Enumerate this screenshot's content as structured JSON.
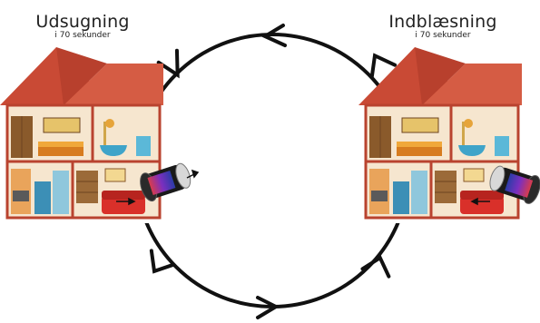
{
  "left_house": {
    "title": "Udsugning",
    "subtitle": "i 70 sekunder"
  },
  "right_house": {
    "title": "Indblæsning",
    "subtitle": "i 70 sekunder"
  },
  "colors": {
    "roof": "#c94a35",
    "roof_dark": "#a93b2a",
    "wall": "#f6e6cf",
    "frame": "#b9432f",
    "arrow": "#111111",
    "sofa": "#d9302a",
    "fan_inner": "#7b2fbf"
  },
  "icons": [
    "house-illustration",
    "ventilation-unit-icon",
    "airflow-arrow-icon",
    "cycle-arrow-icon"
  ]
}
